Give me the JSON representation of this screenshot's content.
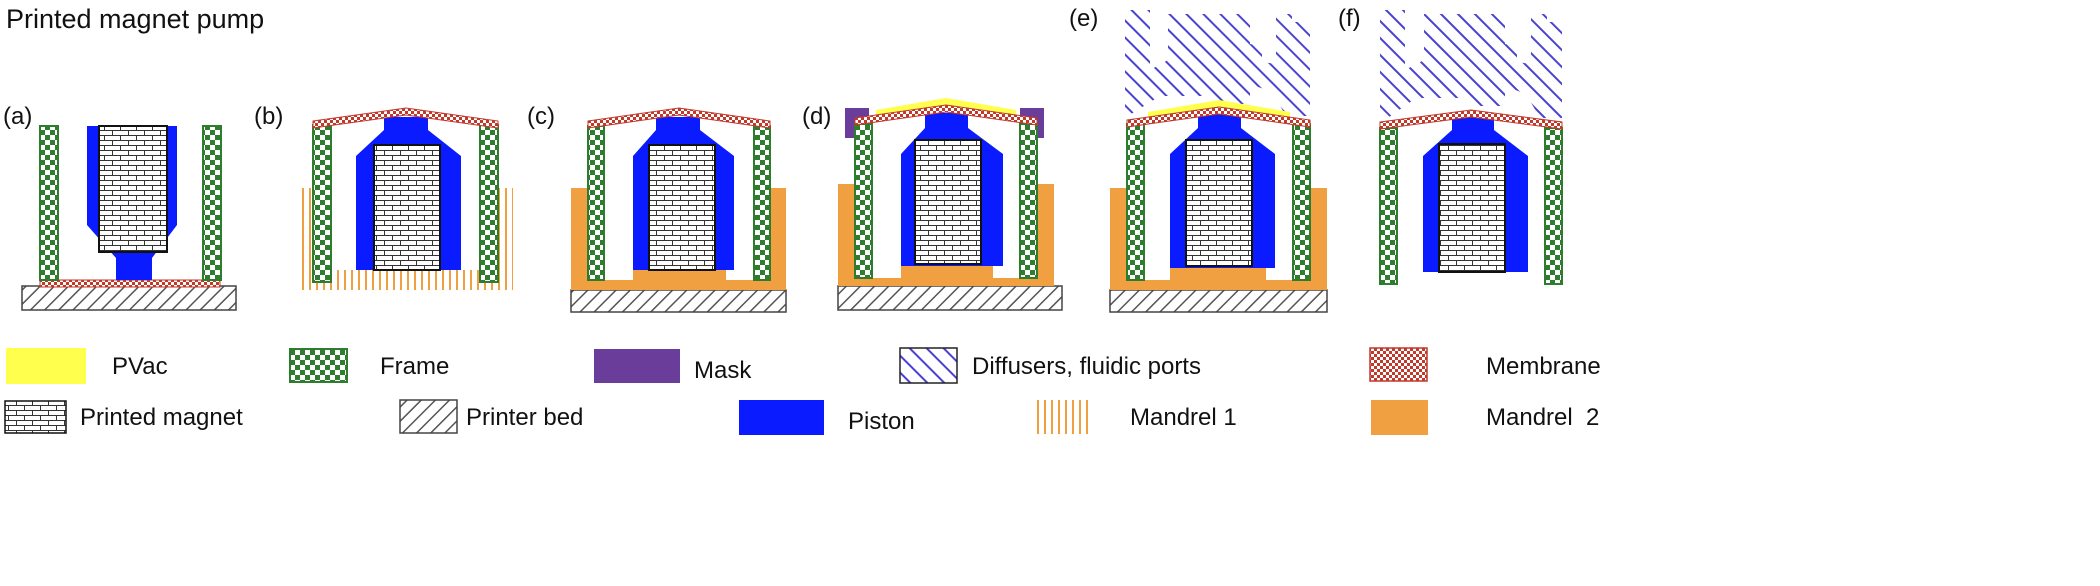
{
  "title": "Printed magnet pump",
  "panels": [
    {
      "id": "a",
      "label": "(a)"
    },
    {
      "id": "b",
      "label": "(b)"
    },
    {
      "id": "c",
      "label": "(c)"
    },
    {
      "id": "d",
      "label": "(d)"
    },
    {
      "id": "e",
      "label": "(e)"
    },
    {
      "id": "f",
      "label": "(f)"
    }
  ],
  "legend": {
    "pvac": "PVac",
    "frame": "Frame",
    "mask": "Mask",
    "diffusers": "Diffusers, fluidic ports",
    "membrane": "Membrane",
    "magnet": "Printed magnet",
    "printer_bed": "Printer bed",
    "piston": "Piston",
    "mandrel1": "Mandrel 1",
    "mandrel2": "Mandrel  2"
  },
  "colors": {
    "pvac": "#ffff4d",
    "frame_green": "#2e7d2e",
    "mask": "#6a3d9a",
    "diffuser": "#4a42d0",
    "membrane": "#c0392b",
    "piston": "#0a1bff",
    "mandrel": "#f0a040",
    "bed": "#666666"
  }
}
